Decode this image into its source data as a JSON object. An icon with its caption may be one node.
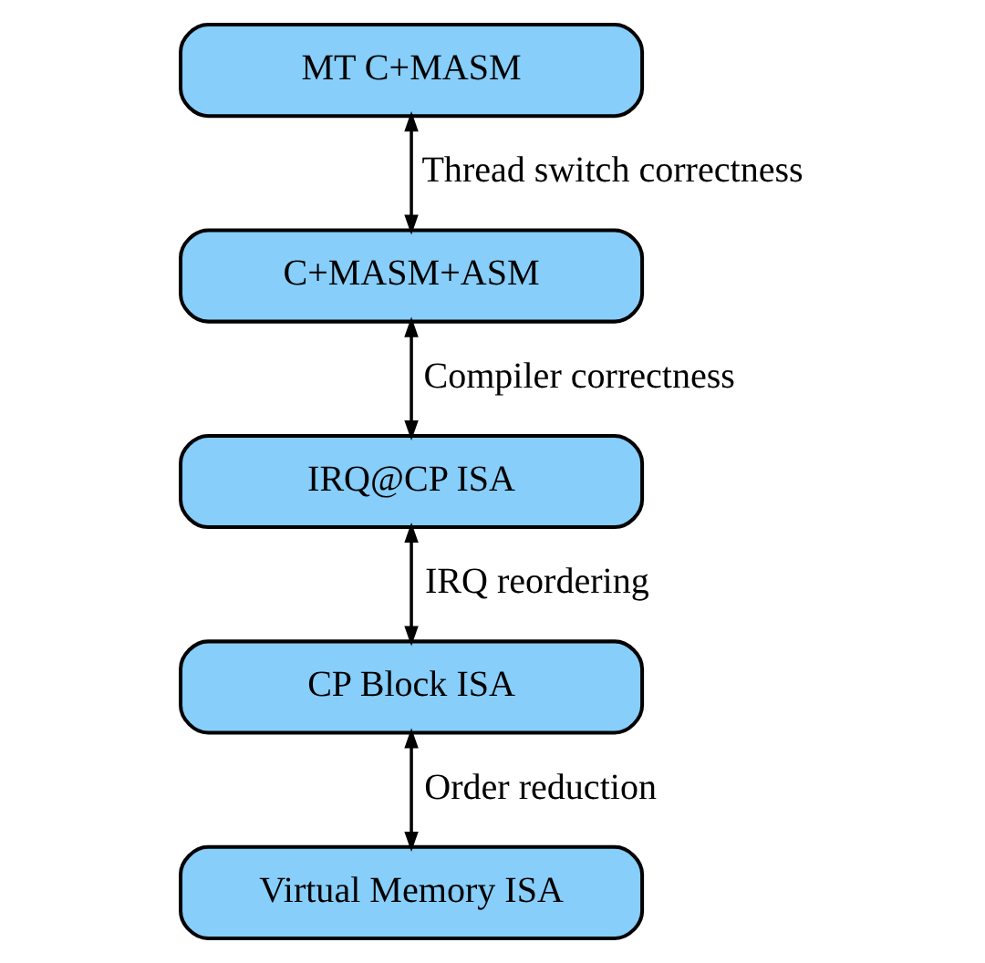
{
  "diagram": {
    "nodes": [
      {
        "text": [
          "MT C+MASM"
        ]
      },
      {
        "text": [
          "C+MASM+ASM"
        ]
      },
      {
        "text": [
          "IRQ@CP ISA"
        ]
      },
      {
        "text": [
          "CP Block ISA"
        ]
      },
      {
        "text": [
          "Virtual Memory ISA"
        ]
      }
    ],
    "edges": [
      {
        "from": 0,
        "to": 1,
        "arrow": "both",
        "label": "Thread switch correctness"
      },
      {
        "from": 1,
        "to": 2,
        "arrow": "both",
        "label": "Compiler correctness"
      },
      {
        "from": 2,
        "to": 3,
        "arrow": "both",
        "label": "IRQ reordering"
      },
      {
        "from": 3,
        "to": 4,
        "arrow": "both",
        "label": "Order reduction"
      }
    ]
  }
}
